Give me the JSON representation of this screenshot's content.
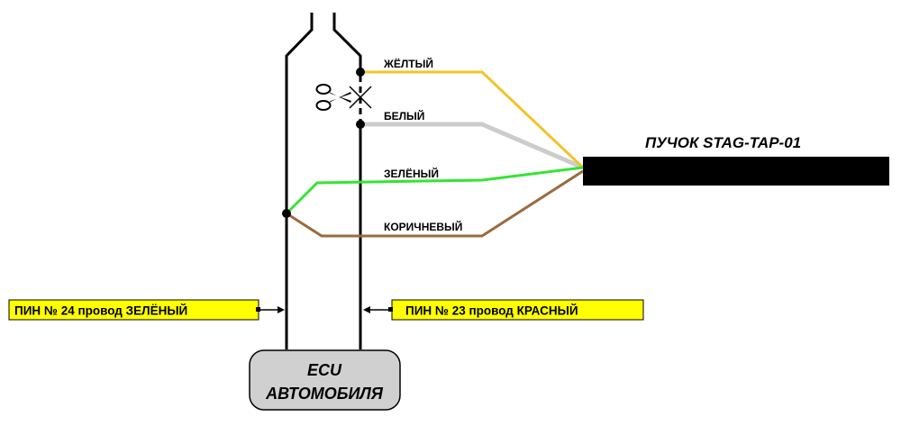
{
  "wires": {
    "yellow": {
      "label": "ЖЁЛТЫЙ",
      "color": "#f2c42a"
    },
    "white": {
      "label": "БЕЛЫЙ",
      "color": "#cccccc"
    },
    "green": {
      "label": "ЗЕЛЁНЫЙ",
      "color": "#33e533"
    },
    "brown": {
      "label": "КОРИЧНЕВЫЙ",
      "color": "#9a6b3f"
    }
  },
  "bundle": {
    "title": "ПУЧОК STAG-TAP-01",
    "color": "#000000"
  },
  "pins": {
    "left": {
      "label": "ПИН № 24 провод ЗЕЛЁНЫЙ",
      "background": "#ffff00"
    },
    "right": {
      "label": "ПИН № 23 провод КРАСНЫЙ",
      "background": "#ffff00"
    }
  },
  "ecu": {
    "line1": "ECU",
    "line2": "АВТОМОБИЛЯ",
    "background": "#d0d0d0"
  },
  "icons": {
    "cut": "scissors-icon",
    "cut_mark": "x-cut-mark-icon"
  }
}
